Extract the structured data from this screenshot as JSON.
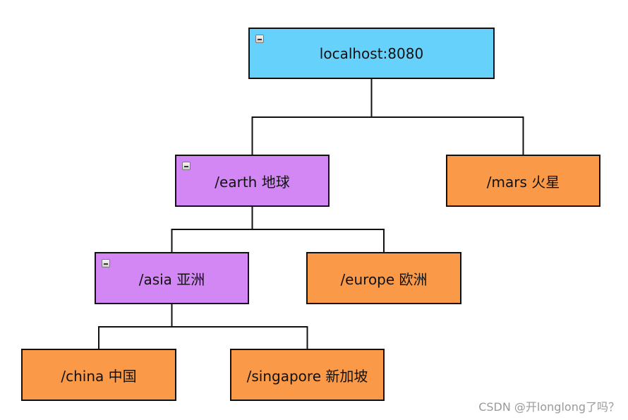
{
  "colors": {
    "root": "#66d2fc",
    "branch": "#d287f5",
    "leaf": "#fa9a48",
    "line": "#111111"
  },
  "nodes": {
    "root": {
      "label": "localhost:8080",
      "kind": "root"
    },
    "earth": {
      "label": "/earth  地球",
      "kind": "branch"
    },
    "mars": {
      "label": "/mars  火星",
      "kind": "leaf"
    },
    "asia": {
      "label": "/asia  亚洲",
      "kind": "branch"
    },
    "europe": {
      "label": "/europe  欧洲",
      "kind": "leaf"
    },
    "china": {
      "label": "/china  中国",
      "kind": "leaf"
    },
    "singapore": {
      "label": "/singapore  新加坡",
      "kind": "leaf"
    }
  },
  "edges": [
    [
      "root",
      "earth"
    ],
    [
      "root",
      "mars"
    ],
    [
      "earth",
      "asia"
    ],
    [
      "earth",
      "europe"
    ],
    [
      "asia",
      "china"
    ],
    [
      "asia",
      "singapore"
    ]
  ],
  "watermark": "CSDN @开longlong了吗？"
}
